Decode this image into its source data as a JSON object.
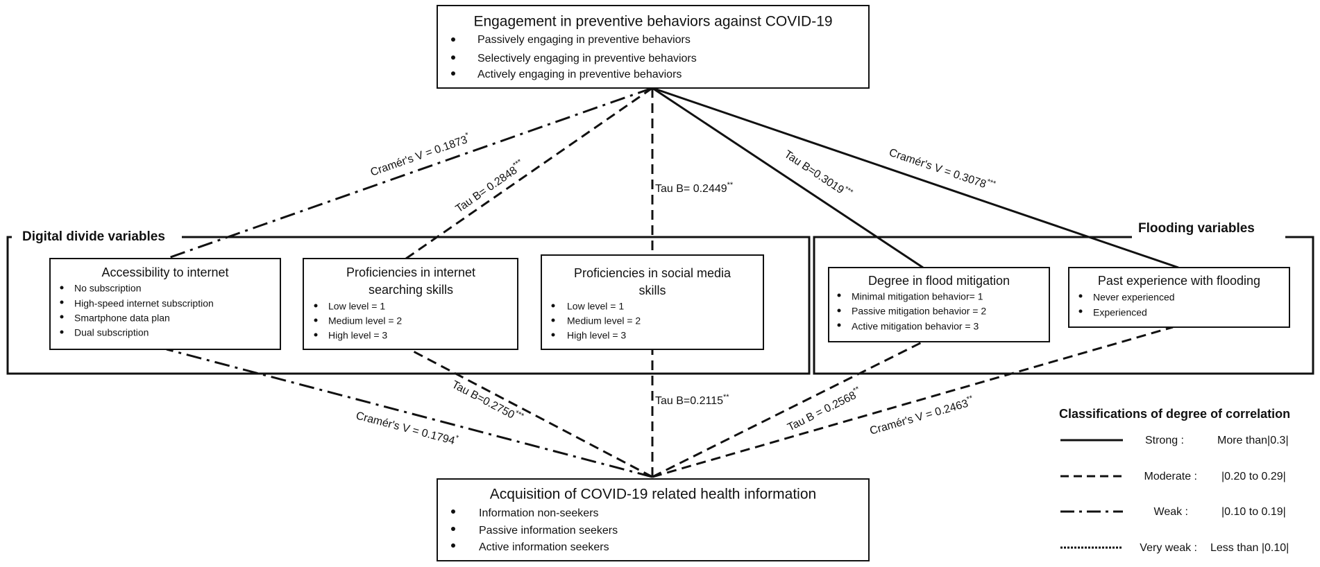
{
  "top_box": {
    "title": "Engagement in preventive behaviors against COVID-19",
    "items": [
      "Passively engaging in preventive behaviors",
      "Selectively engaging in preventive behaviors",
      "Actively engaging in preventive behaviors"
    ]
  },
  "bottom_box": {
    "title": "Acquisition of COVID-19 related health information",
    "items": [
      "Information non-seekers",
      "Passive information seekers",
      "Active information seekers"
    ]
  },
  "digital_group": {
    "title": "Digital divide variables",
    "access": {
      "title": "Accessibility to internet",
      "items": [
        "No subscription",
        "High-speed internet subscription",
        "Smartphone data plan",
        "Dual subscription"
      ]
    },
    "search": {
      "title_line1": "Proficiencies in internet",
      "title_line2": "searching skills",
      "items": [
        "Low level = 1",
        "Medium level = 2",
        "High level = 3"
      ]
    },
    "social": {
      "title_line1": "Proficiencies in social media",
      "title_line2": "skills",
      "items": [
        "Low level = 1",
        "Medium level = 2",
        "High level = 3"
      ]
    }
  },
  "flood_group": {
    "title": "Flooding variables",
    "mitigation": {
      "title": "Degree in flood mitigation",
      "items": [
        "Minimal mitigation behavior= 1",
        "Passive mitigation behavior = 2",
        "Active mitigation behavior = 3"
      ]
    },
    "experience": {
      "title": "Past experience with flooding",
      "items": [
        "Never experienced",
        "Experienced"
      ]
    }
  },
  "relations": {
    "top_access": {
      "text": "Cramér's V =   0.1873",
      "sig": "*",
      "strength": "weak"
    },
    "top_search": {
      "text": "Tau B=  0.2848",
      "sig": "***",
      "strength": "moderate"
    },
    "top_social": {
      "text": "Tau B= 0.2449",
      "sig": "**",
      "strength": "moderate"
    },
    "top_mitigation": {
      "text": "Tau B=0.3019",
      "sig": "***",
      "strength": "strong"
    },
    "top_experience": {
      "text": "Cramér's V =   0.3078",
      "sig": "***",
      "strength": "strong"
    },
    "bot_access": {
      "text": "Cramér's V =   0.1794",
      "sig": "*",
      "strength": "weak"
    },
    "bot_search": {
      "text": "Tau B=0.2750",
      "sig": "***",
      "strength": "moderate"
    },
    "bot_social": {
      "text": "Tau B=0.2115",
      "sig": "**",
      "strength": "moderate"
    },
    "bot_mitigation": {
      "text": "Tau B = 0.2568",
      "sig": "**",
      "strength": "moderate"
    },
    "bot_experience": {
      "text": "Cramér's V = 0.2463",
      "sig": "**",
      "strength": "moderate"
    }
  },
  "legend": {
    "title": "Classifications of degree of correlation",
    "rows": [
      {
        "label": "Strong :",
        "range": "More than|0.3|",
        "style": "strong"
      },
      {
        "label": "Moderate :",
        "range": "|0.20 to 0.29|",
        "style": "moderate"
      },
      {
        "label": "Weak :",
        "range": "|0.10 to 0.19|",
        "style": "weak"
      },
      {
        "label": "Very weak :",
        "range": "Less than |0.10|",
        "style": "veryweak"
      }
    ]
  }
}
